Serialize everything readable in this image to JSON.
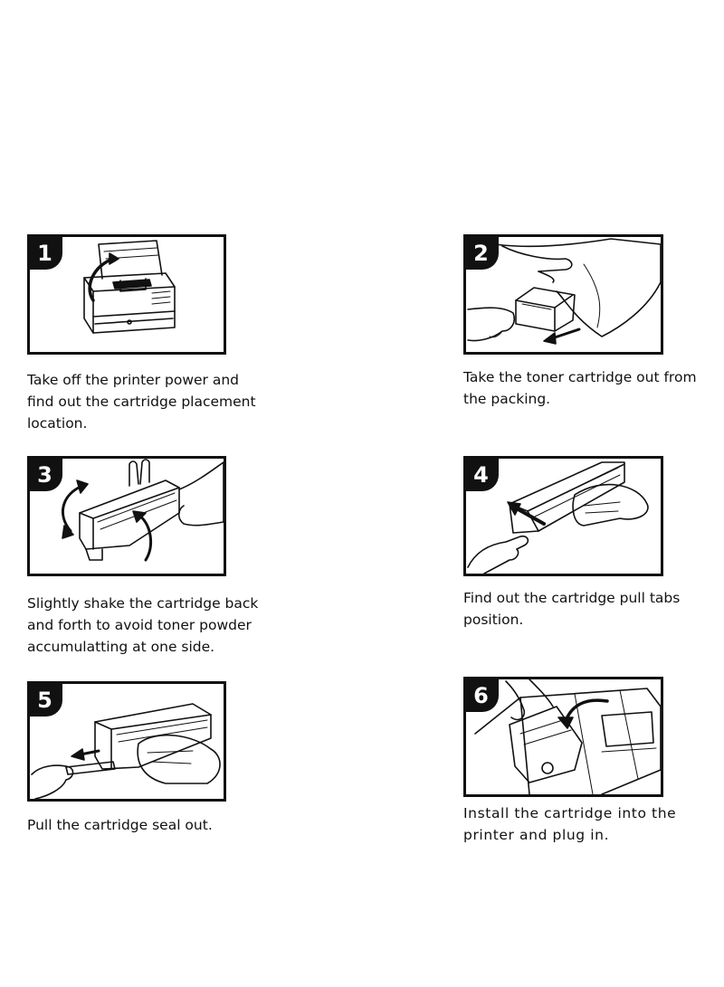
{
  "steps": [
    {
      "number": "1",
      "icon": "printer-open-lid-illustration",
      "caption": "Take off the printer power and\nfind out the cartridge placement\nlocation."
    },
    {
      "number": "2",
      "icon": "unpack-cartridge-illustration",
      "caption": "Take the toner cartridge out from\nthe packing."
    },
    {
      "number": "3",
      "icon": "shake-cartridge-illustration",
      "caption": "Slightly shake the cartridge back\nand forth to avoid toner powder\naccumulatting at one side."
    },
    {
      "number": "4",
      "icon": "pull-tab-illustration",
      "caption": "Find out the cartridge pull tabs\nposition."
    },
    {
      "number": "5",
      "icon": "pull-seal-illustration",
      "caption": "Pull the cartridge seal out."
    },
    {
      "number": "6",
      "icon": "install-cartridge-illustration",
      "caption": "Install the cartridge into the\nprinter and plug in."
    }
  ]
}
